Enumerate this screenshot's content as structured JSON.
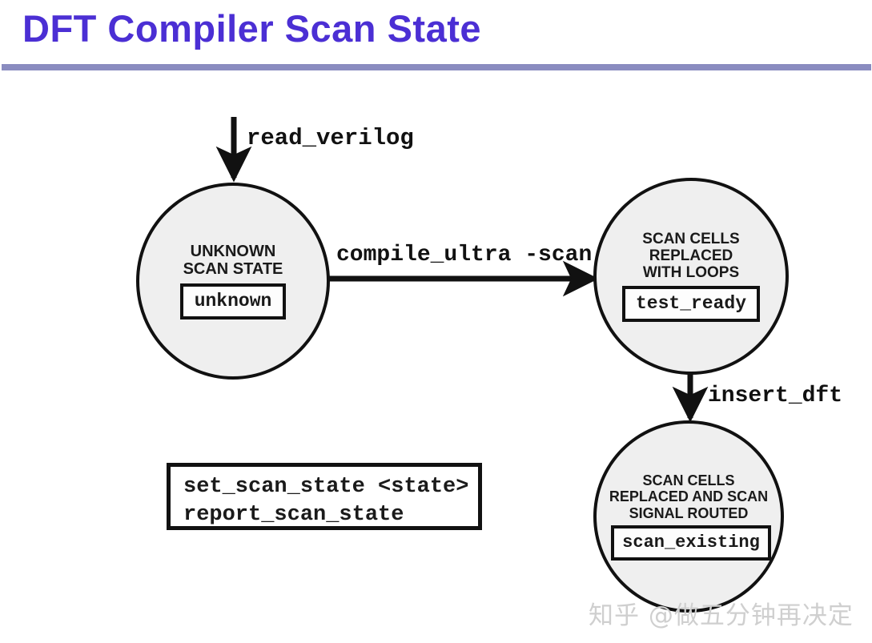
{
  "header": {
    "title": "DFT Compiler Scan State",
    "title_color": "#4B2FD4",
    "rule_color": "#8A8CC0"
  },
  "diagram": {
    "type": "state-diagram",
    "background": "#ffffff",
    "node_fill": "#EFEFEF",
    "node_stroke": "#111111",
    "nodes": [
      {
        "id": "unknown",
        "caption_lines": [
          "UNKNOWN",
          "SCAN STATE"
        ],
        "chip": "unknown"
      },
      {
        "id": "test_ready",
        "caption_lines": [
          "SCAN CELLS",
          "REPLACED",
          "WITH LOOPS"
        ],
        "chip": "test_ready"
      },
      {
        "id": "scan_existing",
        "caption_lines": [
          "SCAN CELLS",
          "REPLACED AND SCAN",
          "SIGNAL ROUTED"
        ],
        "chip": "scan_existing"
      }
    ],
    "edges": [
      {
        "id": "entry",
        "label": "read_verilog",
        "from": "",
        "to": "unknown",
        "direction": "down"
      },
      {
        "id": "unknown-to-ready",
        "label": "compile_ultra -scan",
        "from": "unknown",
        "to": "test_ready",
        "direction": "right"
      },
      {
        "id": "ready-to-routed",
        "label": "insert_dft",
        "from": "test_ready",
        "to": "scan_existing",
        "direction": "down"
      }
    ]
  },
  "command_box": {
    "lines": [
      "set_scan_state <state>",
      "report_scan_state"
    ]
  },
  "watermark": {
    "text": "知乎 @做五分钟再决定"
  }
}
